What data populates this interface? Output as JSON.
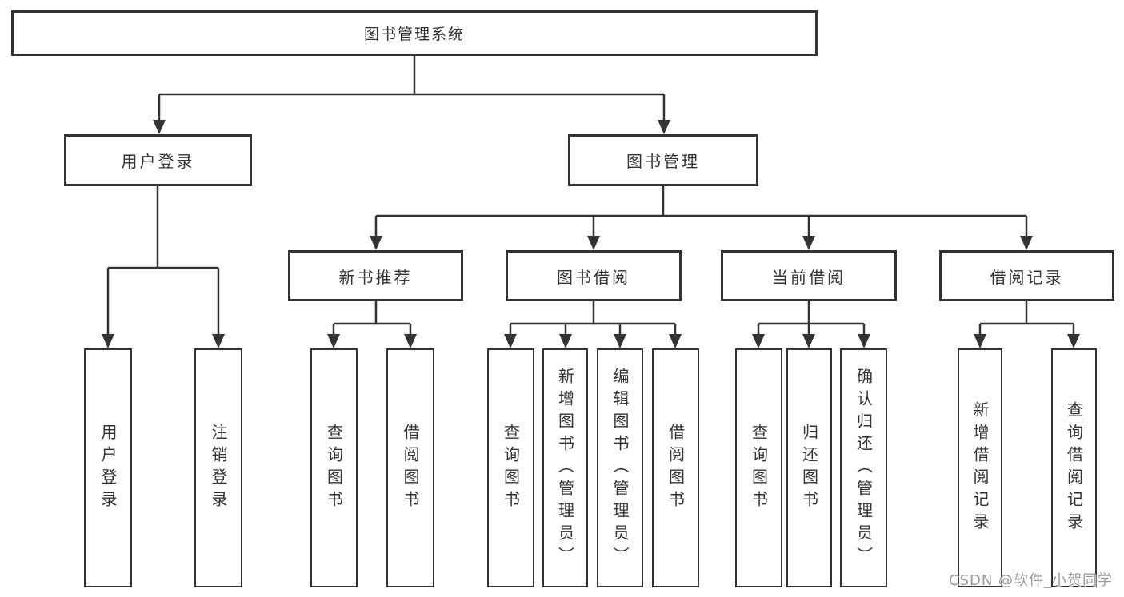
{
  "colors": {
    "background": "#ffffff",
    "line": "#333333",
    "border": "#333333",
    "box_fill": "#ffffff",
    "text": "#333333",
    "watermark": "#9a9a9a"
  },
  "diagram": {
    "title": "图书管理系统",
    "level1": [
      {
        "label": "用户登录"
      },
      {
        "label": "图书管理"
      }
    ],
    "level2": [
      {
        "label": "新书推荐"
      },
      {
        "label": "图书借阅"
      },
      {
        "label": "当前借阅"
      },
      {
        "label": "借阅记录"
      }
    ],
    "leaves": {
      "user_login": [
        "用户登录",
        "注销登录"
      ],
      "new_book": [
        "查询图书",
        "借阅图书"
      ],
      "book_borrow": [
        "查询图书",
        "新增图书（管理员）",
        "编辑图书（管理员）",
        "借阅图书"
      ],
      "current_borrow": [
        "查询图书",
        "归还图书",
        "确认归还（管理员）"
      ],
      "borrow_record": [
        "新增借阅记录",
        "查询借阅记录"
      ]
    }
  },
  "watermark": {
    "text": "CSDN @软件_小贺同学"
  }
}
